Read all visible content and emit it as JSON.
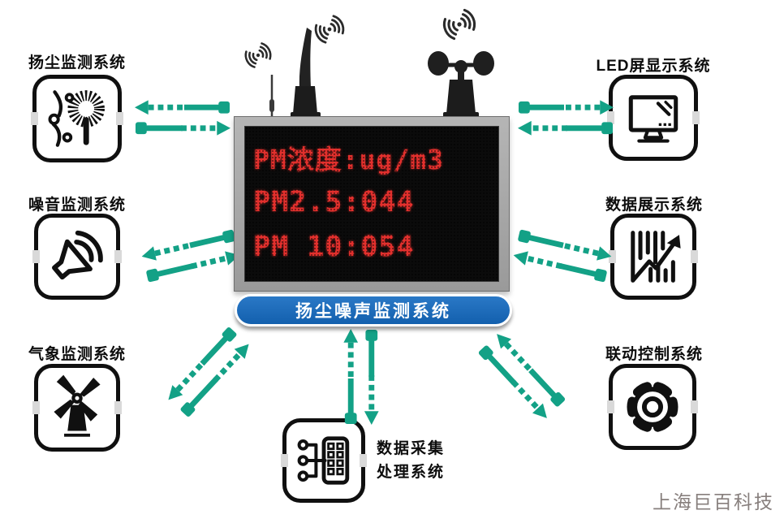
{
  "banner": {
    "label": "扬尘噪声监测系统"
  },
  "display": {
    "line1": "PM浓度:ug/m3",
    "line2": "PM2.5:044",
    "line3": "PM 10:054"
  },
  "modules": {
    "dust": {
      "label": "扬尘监测系统",
      "icon": "dust-brush-icon"
    },
    "noise": {
      "label": "噪音监测系统",
      "icon": "speaker-icon"
    },
    "weather": {
      "label": "气象监测系统",
      "icon": "windmill-icon"
    },
    "led": {
      "label": "LED屏显示系统",
      "icon": "monitor-icon"
    },
    "data_display": {
      "label": "数据展示系统",
      "icon": "bar-chart-arrow-icon"
    },
    "control": {
      "label": "联动控制系统",
      "icon": "gear-icon"
    },
    "data_collect": {
      "label_line1": "数据采集",
      "label_line2": "处理系统",
      "icon": "data-collect-icon"
    }
  },
  "hardware": {
    "items": [
      "wireless-signal-icon",
      "small-antenna",
      "large-antenna",
      "anemometer"
    ]
  },
  "colors": {
    "arrow_teal": "#13a186",
    "banner_blue": "#1565b5",
    "led_red": "#e3302d",
    "frame_gray": "#a0a0a0",
    "watermark_gray": "#877f7d"
  },
  "watermark": "上海巨百科技"
}
